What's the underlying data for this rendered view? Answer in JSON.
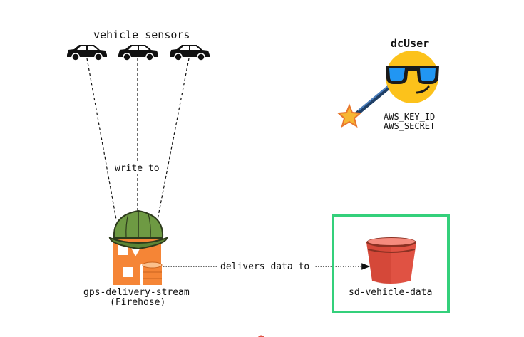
{
  "sensors": {
    "title": "vehicle sensors",
    "icon": "car-icon",
    "count": 3
  },
  "user": {
    "name": "dcUser",
    "icon": "cool-emoji-icon",
    "credentials": [
      "AWS_KEY_ID",
      "AWS_SECRET"
    ],
    "wand_icon": "magic-wand-icon"
  },
  "edges": {
    "write": "write to",
    "deliver": "delivers data to"
  },
  "stream": {
    "name": "gps-delivery-stream",
    "type": "(Firehose)",
    "icon": "firehose-icon",
    "helmet_icon": "hard-hat-icon",
    "color": "#f58536"
  },
  "bucket": {
    "name": "sd-vehicle-data",
    "icon": "s3-bucket-icon",
    "color": "#e05243",
    "highlight": "#34d07b"
  }
}
